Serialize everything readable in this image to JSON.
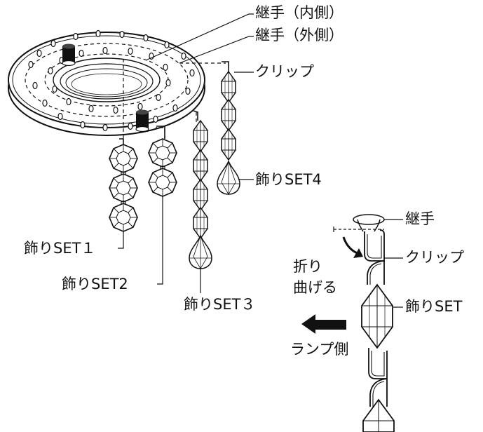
{
  "labels": {
    "joint_inner": "継手（内側）",
    "joint_outer": "継手（外側）",
    "clip": "クリップ",
    "set4": "飾りSET4",
    "set1": "飾りSET１",
    "set2": "飾りSET2",
    "set3": "飾りSET３",
    "detail_joint": "継手",
    "detail_clip": "クリップ",
    "fold_line1": "折り",
    "fold_line2": "曲げる",
    "detail_set": "飾りSET",
    "lamp_side": "ランプ側"
  }
}
